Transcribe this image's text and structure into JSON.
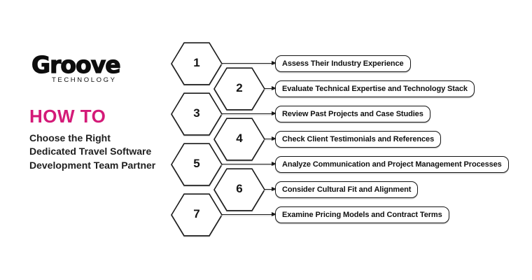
{
  "brand": {
    "name": "Groove",
    "tagline": "TECHNOLOGY"
  },
  "header": {
    "eyebrow": "HOW TO",
    "title_lines": [
      "Choose the Right",
      "Dedicated Travel Software",
      "Development Team Partner"
    ]
  },
  "colors": {
    "accent": "#d41a78",
    "ink": "#1a1a1a",
    "background": "#ffffff"
  },
  "steps": [
    {
      "number": "1",
      "label": "Assess Their Industry Experience"
    },
    {
      "number": "2",
      "label": "Evaluate Technical Expertise and Technology Stack"
    },
    {
      "number": "3",
      "label": "Review Past Projects and Case Studies"
    },
    {
      "number": "4",
      "label": "Check Client Testimonials and References"
    },
    {
      "number": "5",
      "label": "Analyze Communication and Project Management Processes"
    },
    {
      "number": "6",
      "label": "Consider Cultural Fit and Alignment"
    },
    {
      "number": "7",
      "label": "Examine Pricing Models and Contract Terms"
    }
  ]
}
